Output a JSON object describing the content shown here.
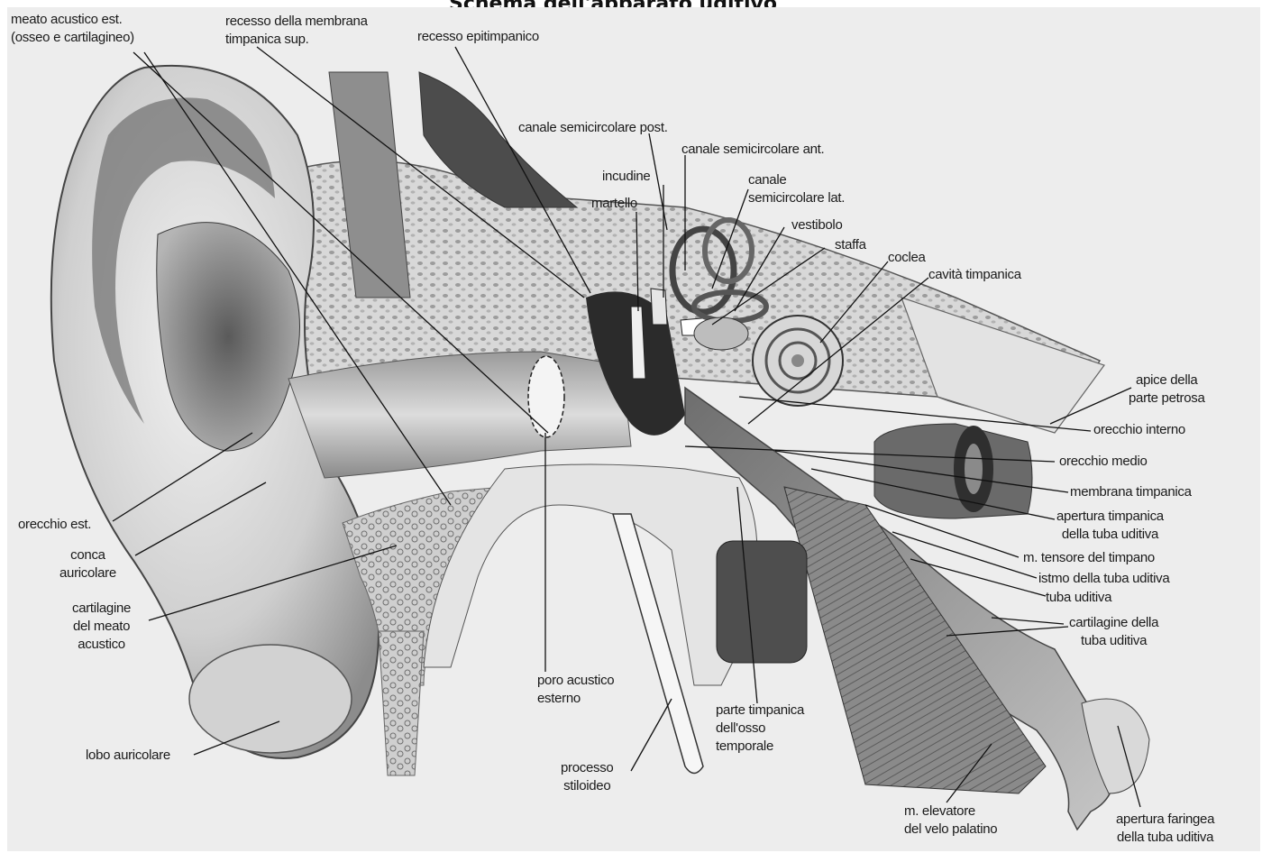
{
  "title": "Schema dell'apparato uditivo",
  "colors": {
    "background": "#eeeeee",
    "ink": "#1a1a1a",
    "tissue_light": "#d9d9d9",
    "tissue_mid": "#a8a8a8",
    "tissue_dark": "#3a3a3a"
  },
  "labels": {
    "meato_acustico": [
      "meato acustico est.",
      "(osseo e cartilagineo)"
    ],
    "recesso_membrana": [
      "recesso della membrana",
      "timpanica sup."
    ],
    "recesso_epitimpanico": [
      "recesso epitimpanico"
    ],
    "canale_semicircolare_post": [
      "canale semicircolare post."
    ],
    "canale_semicircolare_ant": [
      "canale semicircolare ant."
    ],
    "incudine": [
      "incudine"
    ],
    "martello": [
      "martello"
    ],
    "canale_semicircolare_lat": [
      "canale",
      "semicircolare lat."
    ],
    "vestibolo": [
      "vestibolo"
    ],
    "staffa": [
      "staffa"
    ],
    "coclea": [
      "coclea"
    ],
    "cavita_timpanica": [
      "cavità timpanica"
    ],
    "apice_parte_petrosa": [
      "apice della",
      "parte petrosa"
    ],
    "orecchio_interno": [
      "orecchio interno"
    ],
    "orecchio_medio": [
      "orecchio medio"
    ],
    "membrana_timpanica": [
      "membrana timpanica"
    ],
    "apertura_timpanica": [
      "apertura timpanica",
      "della tuba uditiva"
    ],
    "tensore_timpano": [
      "m. tensore del timpano"
    ],
    "istmo_tuba": [
      "istmo della tuba uditiva"
    ],
    "tuba_uditiva": [
      "tuba uditiva"
    ],
    "cartilagine_tuba": [
      "cartilagine della",
      "tuba uditiva"
    ],
    "orecchio_est": [
      "orecchio est."
    ],
    "conca_auricolare": [
      "conca",
      "auricolare"
    ],
    "cartilagine_meato": [
      "cartilagine",
      "del meato",
      "acustico"
    ],
    "lobo_auricolare": [
      "lobo auricolare"
    ],
    "poro_acustico": [
      "poro acustico",
      "esterno"
    ],
    "parte_timpanica": [
      "parte timpanica",
      "dell'osso",
      "temporale"
    ],
    "processo_stiloideo": [
      "processo",
      "stiloideo"
    ],
    "elevatore_velo": [
      "m. elevatore",
      "del velo palatino"
    ],
    "apertura_faringea": [
      "apertura faringea",
      "della tuba uditiva"
    ]
  }
}
